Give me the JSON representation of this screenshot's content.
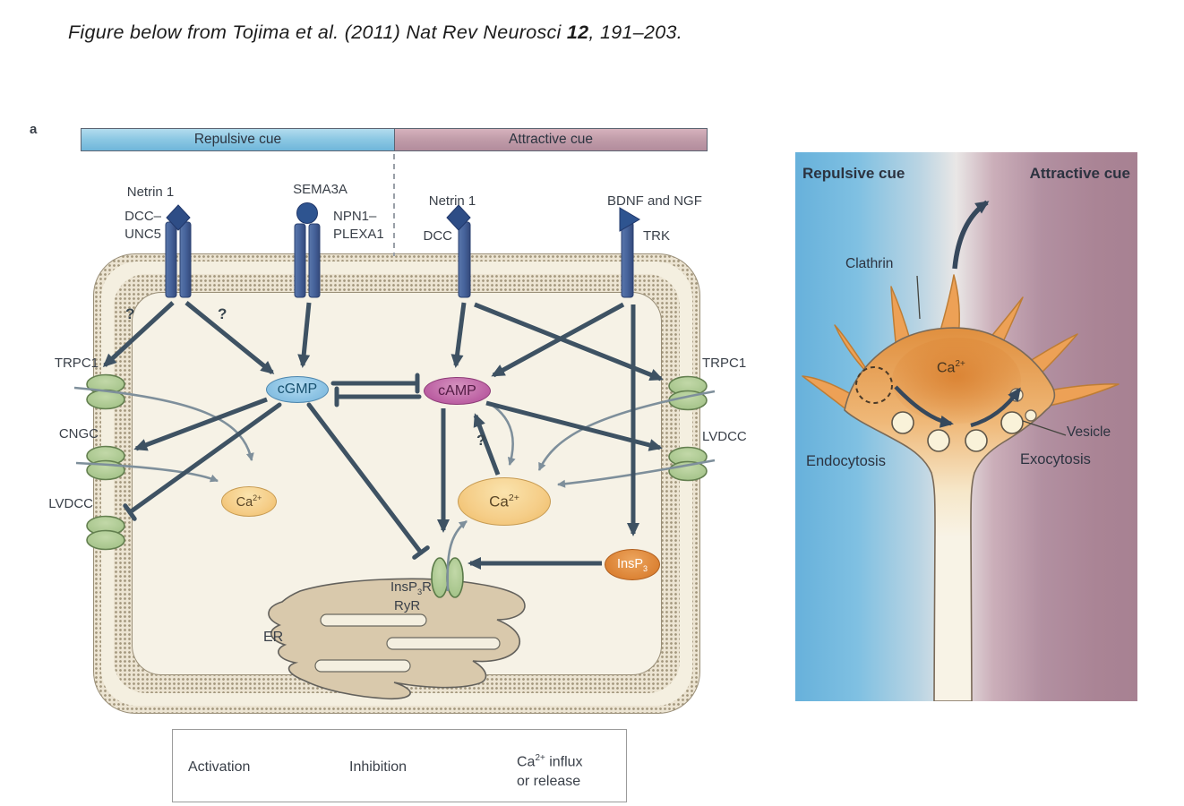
{
  "title": {
    "pre": "Figure below  from Tojima et al. (2011) Nat Rev Neurosci ",
    "vol": "12",
    "post": ", 191–203."
  },
  "panel_a": {
    "label": "a",
    "header": {
      "repulsive": "Repulsive cue",
      "attractive": "Attractive cue"
    },
    "receptors": {
      "netrin1_left": "Netrin 1",
      "dcc_unc5_l1": "DCC–",
      "dcc_unc5_l2": "UNC5",
      "sema3a": "SEMA3A",
      "npn1": "NPN1–",
      "plexa1": "PLEXA1",
      "netrin1_right": "Netrin 1",
      "dcc": "DCC",
      "bdnf_ngf": "BDNF and NGF",
      "trk": "TRK"
    },
    "channels": {
      "trpc1_left": "TRPC1",
      "cngc": "CNGC",
      "lvdcc_left": "LVDCC",
      "trpc1_right": "TRPC1",
      "lvdcc_right": "LVDCC"
    },
    "messengers": {
      "cgmp": "cGMP",
      "camp": "cAMP",
      "ca_base": "Ca",
      "ca_sup": "2+",
      "insp3_base": "InsP",
      "insp3_sub": "3"
    },
    "er": {
      "label": "ER",
      "insp3r_base": "InsP",
      "insp3r_sub": "3",
      "insp3r_suffix": "R",
      "ryr": "RyR"
    },
    "question_mark": "?",
    "legend": {
      "activation": "Activation",
      "inhibition": "Inhibition",
      "ca_base": "Ca",
      "ca_sup": "2+",
      "ca_rest": " influx",
      "line2": "or release"
    }
  },
  "panel_b": {
    "repulsive": "Repulsive cue",
    "attractive": "Attractive cue",
    "clathrin": "Clathrin",
    "ca_base": "Ca",
    "ca_sup": "2+",
    "vesicle": "Vesicle",
    "endocytosis": "Endocytosis",
    "exocytosis": "Exocytosis"
  },
  "colors": {
    "repulsive_blue": "#7abfe0",
    "attractive_mauve": "#b48e9e",
    "cgmp_blue": "#8cc3e4",
    "camp_magenta": "#bd62a4",
    "calcium_yellow": "#f5cd87",
    "insp3_orange": "#dd8537",
    "channel_green": "#aecb93",
    "receptor_blue": "#46639b",
    "arrow_dark": "#3e5263",
    "arrow_gray": "#7e8f9b",
    "growth_cone_orange": "#e89a4e",
    "membrane_tan": "#ece4d2",
    "cell_fill": "#f6f2e6"
  }
}
